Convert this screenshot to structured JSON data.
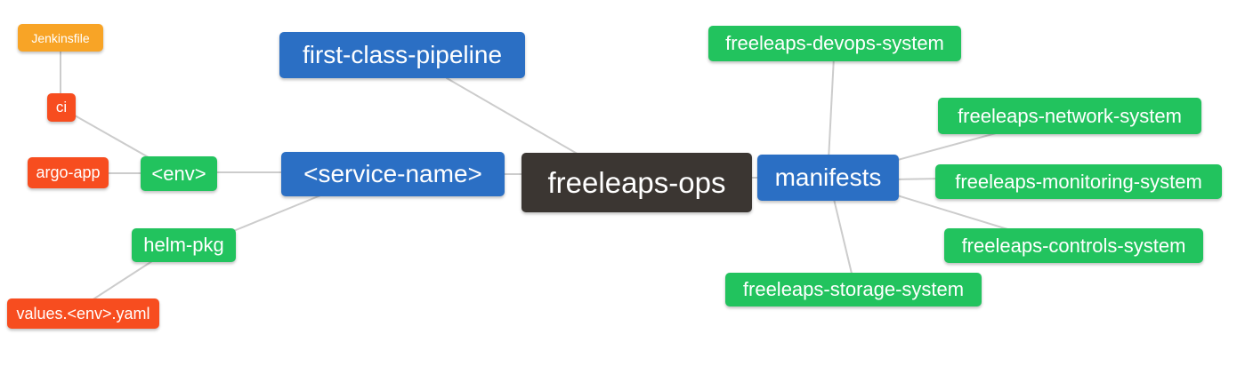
{
  "diagram": {
    "type": "mindmap",
    "root": "freeleaps-ops",
    "colors": {
      "blue": "#2B6FC4",
      "green": "#22C35E",
      "orange": "#F8A426",
      "red": "#F74D1F",
      "dark": "#3B3632",
      "edge": "#CCCCCC",
      "text": "#FFFFFF",
      "background": "#FFFFFF"
    },
    "nodes": [
      {
        "id": "jenkinsfile",
        "label": "Jenkinsfile",
        "color": "#F8A426"
      },
      {
        "id": "ci",
        "label": "ci",
        "color": "#F74D1F"
      },
      {
        "id": "argo-app",
        "label": "argo-app",
        "color": "#F74D1F"
      },
      {
        "id": "env",
        "label": "<env>",
        "color": "#22C35E"
      },
      {
        "id": "helm-pkg",
        "label": "helm-pkg",
        "color": "#22C35E"
      },
      {
        "id": "values-env-yaml",
        "label": "values.<env>.yaml",
        "color": "#F74D1F"
      },
      {
        "id": "first-class-pipeline",
        "label": "first-class-pipeline",
        "color": "#2B6FC4"
      },
      {
        "id": "service-name",
        "label": "<service-name>",
        "color": "#2B6FC4"
      },
      {
        "id": "freeleaps-ops",
        "label": "freeleaps-ops",
        "color": "#3B3632"
      },
      {
        "id": "manifests",
        "label": "manifests",
        "color": "#2B6FC4"
      },
      {
        "id": "freeleaps-devops-system",
        "label": "freeleaps-devops-system",
        "color": "#22C35E"
      },
      {
        "id": "freeleaps-network-system",
        "label": "freeleaps-network-system",
        "color": "#22C35E"
      },
      {
        "id": "freeleaps-monitoring-system",
        "label": "freeleaps-monitoring-system",
        "color": "#22C35E"
      },
      {
        "id": "freeleaps-controls-system",
        "label": "freeleaps-controls-system",
        "color": "#22C35E"
      },
      {
        "id": "freeleaps-storage-system",
        "label": "freeleaps-storage-system",
        "color": "#22C35E"
      }
    ],
    "edges": [
      {
        "from": "jenkinsfile",
        "to": "ci"
      },
      {
        "from": "ci",
        "to": "env"
      },
      {
        "from": "argo-app",
        "to": "env"
      },
      {
        "from": "env",
        "to": "service-name"
      },
      {
        "from": "helm-pkg",
        "to": "service-name"
      },
      {
        "from": "values-env-yaml",
        "to": "helm-pkg"
      },
      {
        "from": "first-class-pipeline",
        "to": "freeleaps-ops"
      },
      {
        "from": "service-name",
        "to": "freeleaps-ops"
      },
      {
        "from": "freeleaps-ops",
        "to": "manifests"
      },
      {
        "from": "manifests",
        "to": "freeleaps-devops-system"
      },
      {
        "from": "manifests",
        "to": "freeleaps-network-system"
      },
      {
        "from": "manifests",
        "to": "freeleaps-monitoring-system"
      },
      {
        "from": "manifests",
        "to": "freeleaps-controls-system"
      },
      {
        "from": "manifests",
        "to": "freeleaps-storage-system"
      }
    ]
  }
}
